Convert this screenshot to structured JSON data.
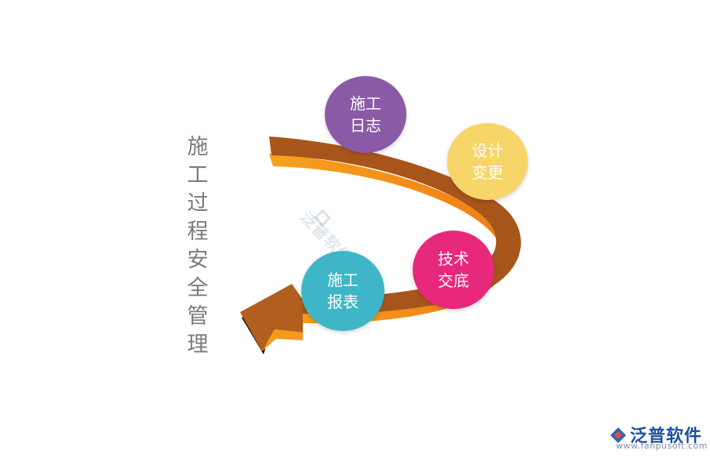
{
  "title": "施工过程安全管理",
  "steps": [
    {
      "line1": "施工",
      "line2": "日志",
      "color": "#8a5aa6"
    },
    {
      "line1": "设计",
      "line2": "变更",
      "color": "#f7d568"
    },
    {
      "line1": "技术",
      "line2": "交底",
      "color": "#e8287c"
    },
    {
      "line1": "施工",
      "line2": "报表",
      "color": "#3fb6c8"
    }
  ],
  "arrow": {
    "top_color": "#a8551b",
    "side_color": "#f59a1d",
    "direction": "counter-clockwise"
  },
  "watermark": "泛普软件",
  "brand": {
    "name": "泛普软件",
    "url": "www.fanpusoft.com"
  }
}
